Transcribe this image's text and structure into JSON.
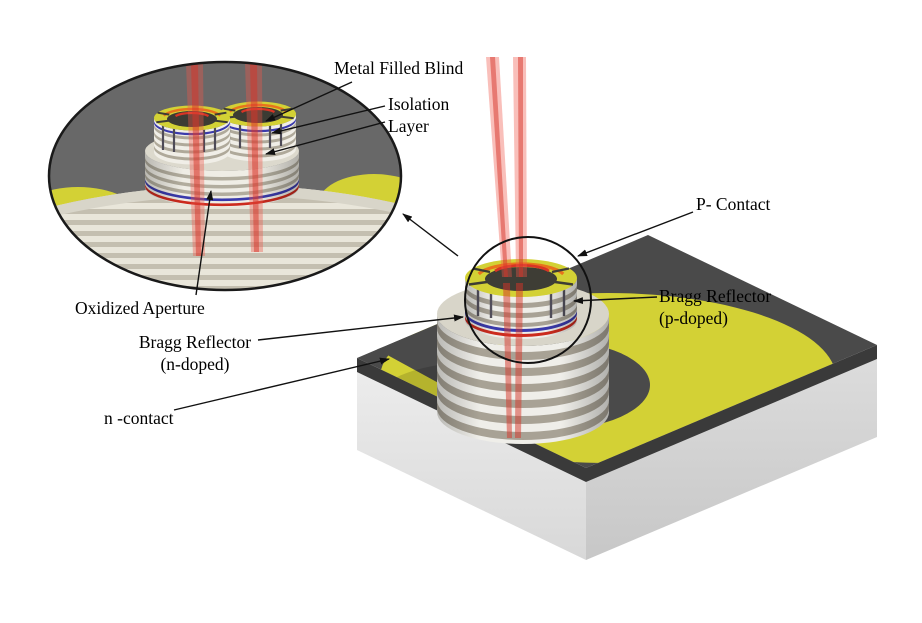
{
  "diagram": {
    "type": "3d-illustration",
    "subject": "VCSEL device structure with magnified inset",
    "labels": {
      "metal_filled_blind": "Metal Filled Blind",
      "isolation_line1": "Isolation",
      "isolation_line2": "Layer",
      "p_contact": "P- Contact",
      "bragg_reflector_p_line1": "Bragg Reflector",
      "bragg_reflector_p_line2": "(p-doped)",
      "oxidized_aperture": "Oxidized Aperture",
      "bragg_reflector_n_line1": "Bragg Reflector",
      "bragg_reflector_n_line2": "(n-doped)",
      "n_contact": "n -contact"
    },
    "colors": {
      "background": "#ffffff",
      "substrate_top": "#4a4a4a",
      "substrate_side_light": "#e6e6e6",
      "substrate_side_dark_band": "#3a3a3a",
      "contact_pad_yellow": "#d3d135",
      "dbr_stripe_dark": "#a8a295",
      "dbr_stripe_light": "#efeee9",
      "laser_beam_red": "#f0584a",
      "laser_beam_core": "#d63428",
      "oxidized_aperture_red": "#cc2b1e",
      "isolation_layer_blue": "#3a3aac",
      "ring_glow_orange": "#e8731c",
      "annotation_black": "#111111"
    }
  }
}
